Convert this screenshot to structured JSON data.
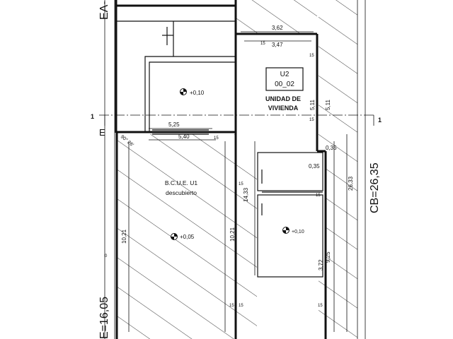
{
  "labels": {
    "ea_top": "EA-",
    "ea_bottom": "E=16,05",
    "e_mark": "E",
    "cb": "CB=26,35",
    "section_left": "1",
    "section_right": "1",
    "angle": "90° 26'",
    "zero_mark": "0"
  },
  "unit_u2": {
    "code": "U2",
    "number": "00_02",
    "name_line1": "UNIDAD DE",
    "name_line2": "VIVIENDA"
  },
  "bcue": {
    "title": "B.C.U.E. U1",
    "subtitle": "descubierto"
  },
  "levels": {
    "room_upper_left": "+0,10",
    "bcue": "+0,05",
    "room_lower_right": "+0,10"
  },
  "dimensions": {
    "d_362": "3,62",
    "d_347": "3,47",
    "d_525": "5,25",
    "d_540": "5,40",
    "d_511a": "5,11",
    "d_511b": "5,11",
    "d_035a": "0,35",
    "d_035b": "0,35",
    "d_1433": "14,33",
    "d_2633": "26,33",
    "d_1021a": "10,21",
    "d_1021b": "10,21",
    "d_372": "3,72",
    "d_925": "9,25"
  },
  "wall_thickness": {
    "w1": "15",
    "w2": "15",
    "w3": "15",
    "w4": "15",
    "w5": "15",
    "w6": "15",
    "w7": "15",
    "w8": "15",
    "w9": "15"
  }
}
